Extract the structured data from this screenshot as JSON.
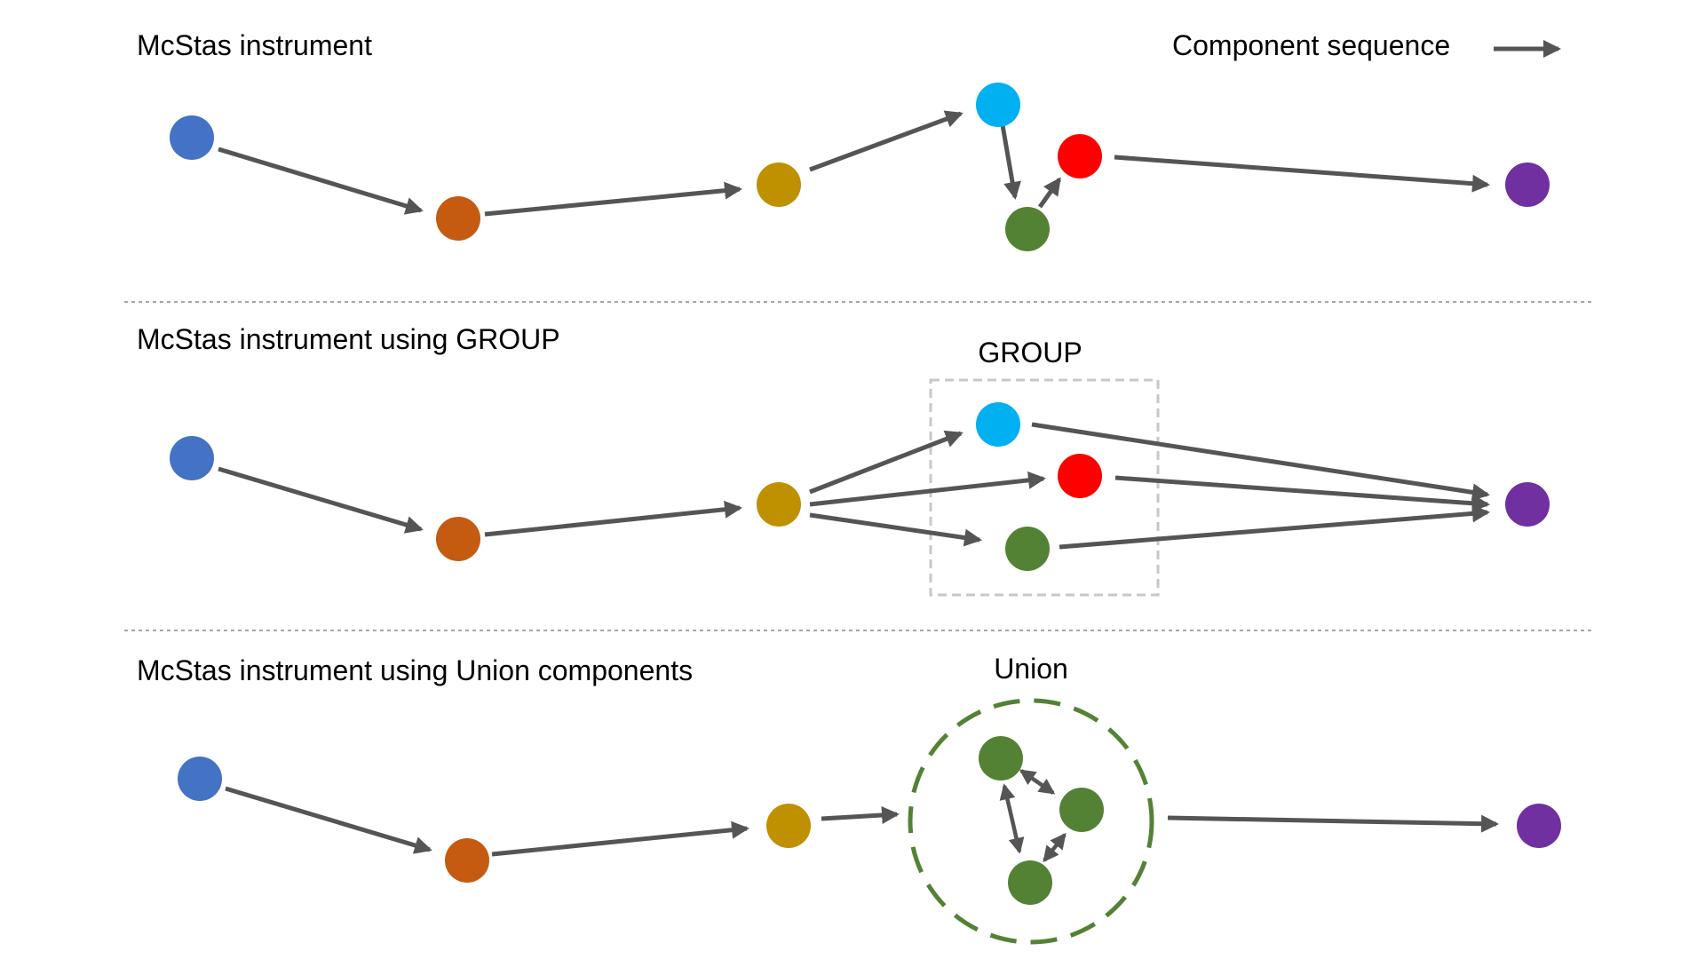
{
  "colors": {
    "arrow": "#555555",
    "blue": "#4472C4",
    "orange": "#C55A11",
    "gold": "#BF9000",
    "cyan": "#00B0F0",
    "red": "#FF0000",
    "green": "#548235",
    "purple": "#7030A0",
    "group_box": "#C8C8C8",
    "union_circle": "#548235",
    "separator": "#888888"
  },
  "legend": {
    "label": "Component sequence",
    "icon": "arrow-right-icon"
  },
  "sections": [
    {
      "id": "plain",
      "title": "McStas instrument"
    },
    {
      "id": "group",
      "title": "McStas instrument using GROUP",
      "box_label": "GROUP"
    },
    {
      "id": "union",
      "title": "McStas instrument using Union components",
      "box_label": "Union"
    }
  ]
}
